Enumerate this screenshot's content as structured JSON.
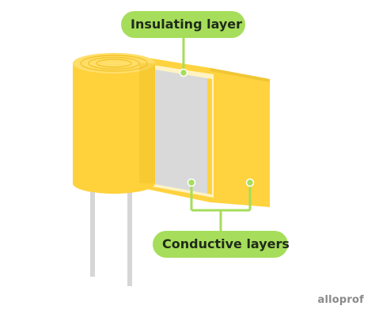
{
  "labels": {
    "insulating": "Insulating layer",
    "conductive": "Conductive layers"
  },
  "brand": "alloprof",
  "colors": {
    "roll_yellow": "#ffd13a",
    "roll_top": "#ffde6a",
    "sheet_yellow": "#ffd23f",
    "sheet_edge": "#f0c636",
    "insulator_gray": "#d9d9d9",
    "insulator_border": "#fff3c4",
    "leads_gray": "#d6d6d6",
    "callout_green": "#a6dd5a"
  },
  "icons": {
    "callout_dot": "green-dot"
  }
}
